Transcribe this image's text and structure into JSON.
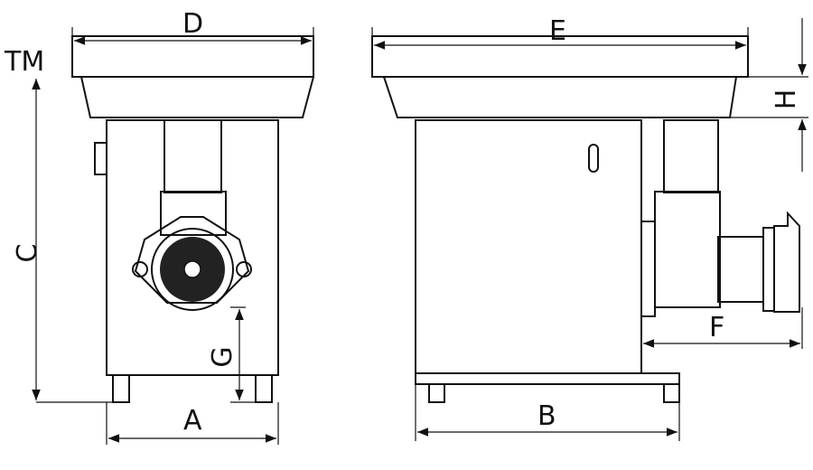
{
  "labels": {
    "tm": "TM",
    "d": "D",
    "e": "E",
    "c": "C",
    "h": "H",
    "g": "G",
    "a": "A",
    "b": "B",
    "f": "F"
  },
  "colors": {
    "line": "#111111",
    "background": "#ffffff",
    "grinder_plate": "#222222"
  }
}
